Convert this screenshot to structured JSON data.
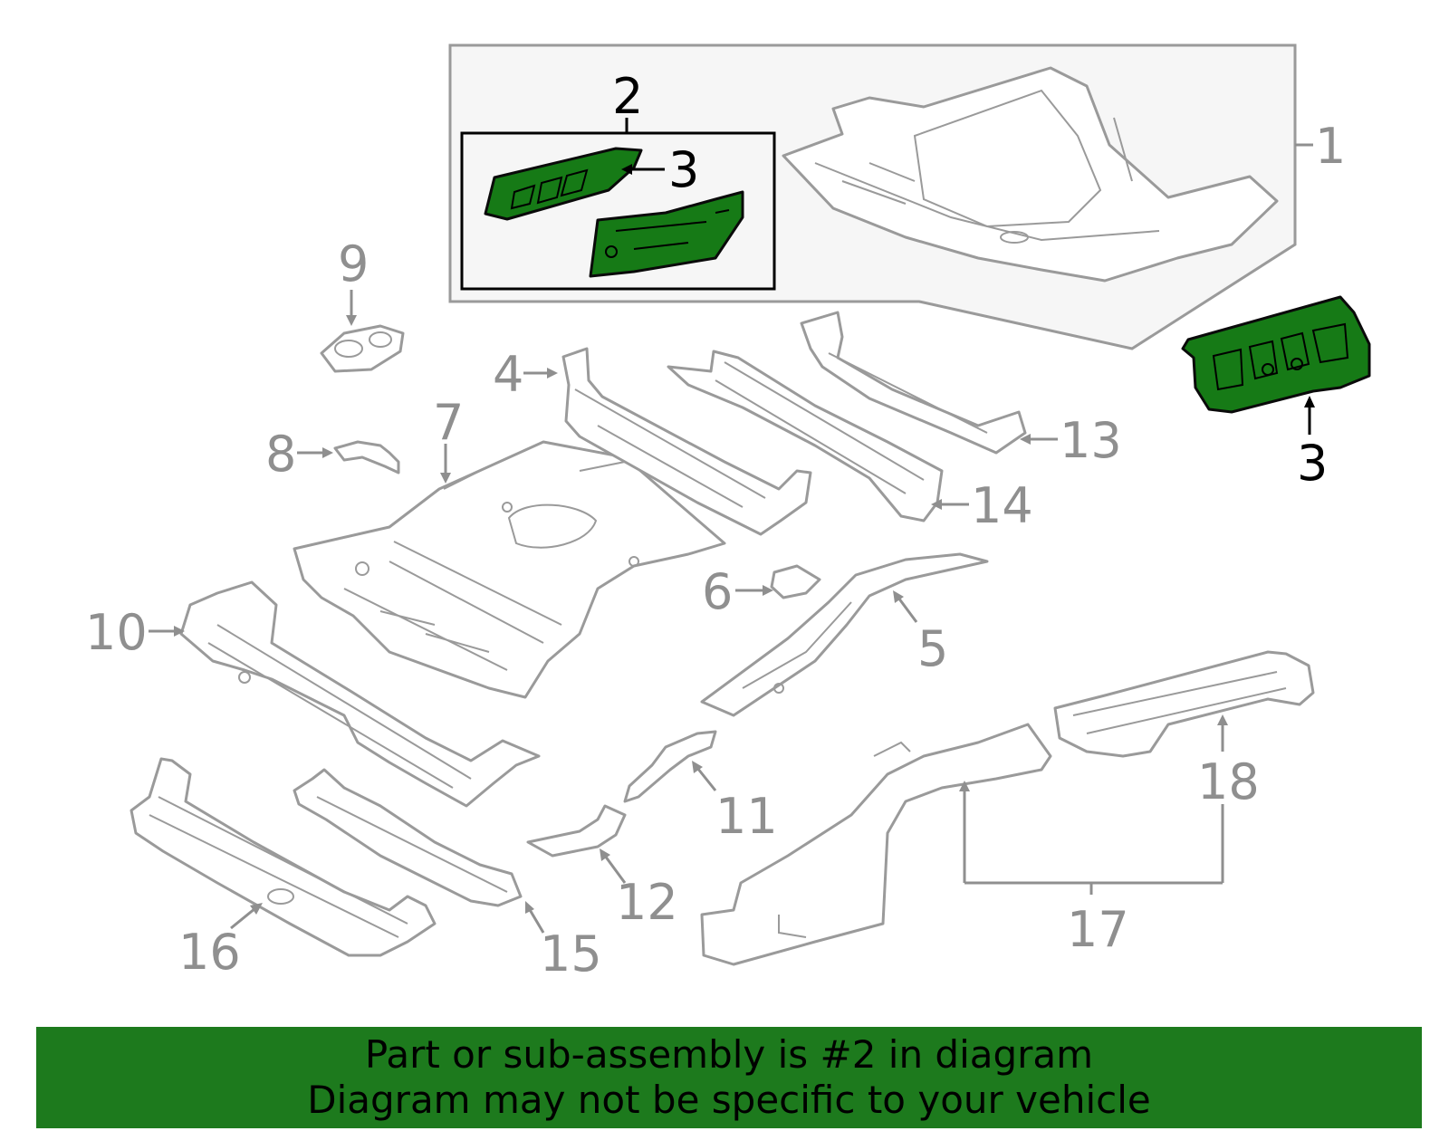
{
  "callouts": {
    "c1": "1",
    "c2": "2",
    "c3a": "3",
    "c3b": "3",
    "c4": "4",
    "c5": "5",
    "c6": "6",
    "c7": "7",
    "c8": "8",
    "c9": "9",
    "c10": "10",
    "c11": "11",
    "c12": "12",
    "c13": "13",
    "c14": "14",
    "c15": "15",
    "c16": "16",
    "c17": "17",
    "c18": "18"
  },
  "banner": {
    "line1": "Part or sub-assembly is #2 in diagram",
    "line2": "Diagram may not be specific to your vehicle"
  },
  "colors": {
    "highlight": "#167a16",
    "banner": "#1d7a1d",
    "outline": "#9a9a9a"
  }
}
